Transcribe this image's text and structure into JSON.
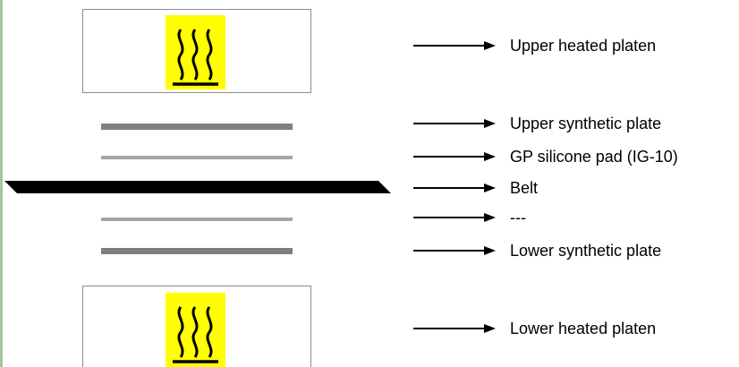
{
  "colors": {
    "heat_symbol_bg": "#ffff00",
    "heavy_plate": "#7f7f7f",
    "light_plate": "#a6a6a6",
    "belt": "#000000",
    "platen_border": "#8c8c8c",
    "edge_accent": "#a7c4a0"
  },
  "components": {
    "upper_heated_platen": {
      "icon": "hot-surface-icon"
    },
    "lower_heated_platen": {
      "icon": "hot-surface-icon"
    }
  },
  "labels": {
    "upper_heated_platen": "Upper heated platen",
    "upper_synthetic_plate": "Upper synthetic plate",
    "gp_silicone_pad": "GP silicone pad (IG-10)",
    "belt": "Belt",
    "lower_pad": "---",
    "lower_synthetic_plate": "Lower synthetic plate",
    "lower_heated_platen": "Lower heated platen"
  }
}
